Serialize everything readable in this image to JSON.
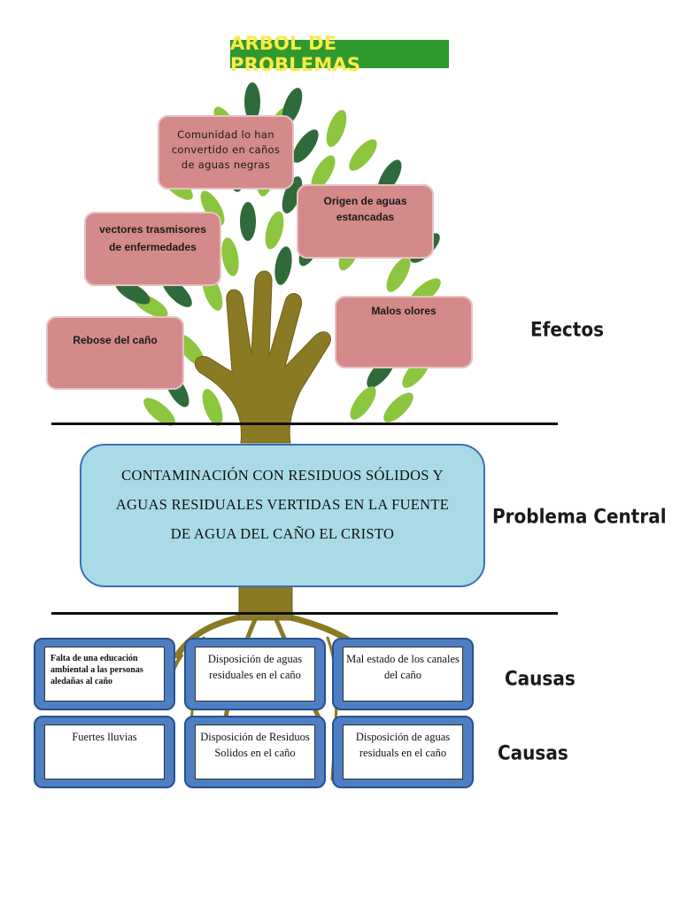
{
  "title": "ARBOL DE PROBLEMAS",
  "effects": {
    "community": "Comunidad  lo han convertido en  caños de aguas negras",
    "vectors": "vectores trasmisores de enfermedades",
    "origin": "Origen de aguas estancadas",
    "overflow": "Rebose del caño",
    "odors": "Malos olores"
  },
  "labels": {
    "effects": "Efectos",
    "central": "Problema Central",
    "causes_1": "Causas",
    "causes_2": "Causas"
  },
  "central_problem": {
    "line1": "CONTAMINACIÓN CON RESIDUOS SÓLIDOS Y",
    "line2": "AGUAS  RESIDUALES VERTIDAS  EN LA FUENTE",
    "line3": "DE AGUA DEL   CAÑO  EL CRISTO"
  },
  "causes": {
    "row1": [
      "Falta de una educación ambiental a las personas aledañas  al caño",
      "Disposición de aguas residuales en el caño",
      "Mal estado de los canales del caño"
    ],
    "row2": [
      "Fuertes lluvias",
      "Disposición de Residuos Solidos en el caño",
      "Disposición de aguas residuals en el caño"
    ]
  },
  "colors": {
    "title_bg": "#2e9a2e",
    "title_text": "#ffe94a",
    "effect_box": "#d4898a",
    "central_box": "#a8dbe6",
    "cause_box": "#4d7fc2",
    "trunk": "#8a7a24",
    "leaf_light": "#8cc63f",
    "leaf_dark": "#2f6b3a"
  }
}
